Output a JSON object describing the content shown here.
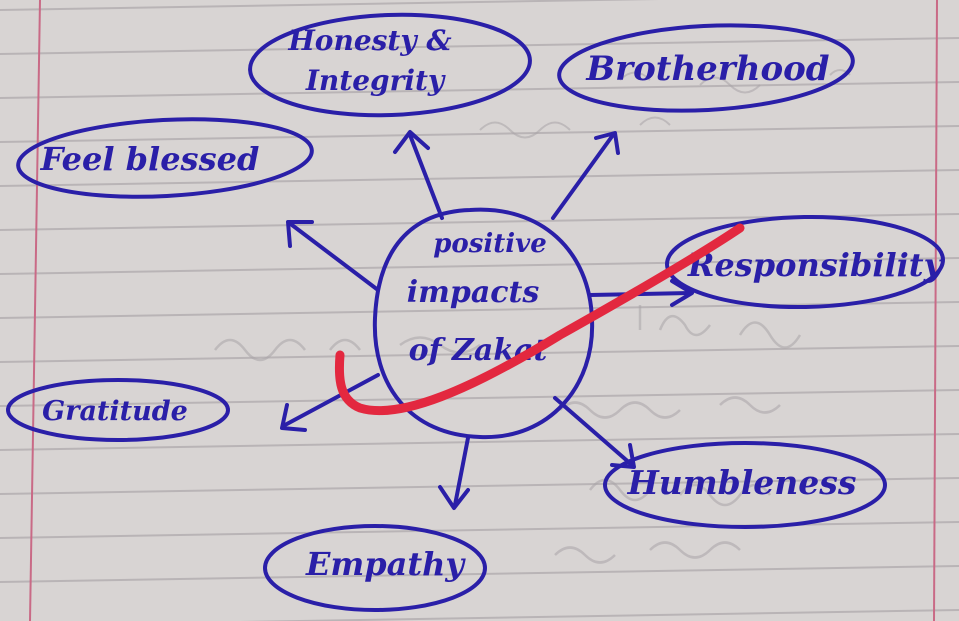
{
  "colors": {
    "paper": "#d8d4d3",
    "rule_line": "#b9b4b6",
    "margin_line": "#c96a86",
    "ink": "#2a1fa8",
    "red_mark": "#e3283f",
    "show_through": "#a9a4a8"
  },
  "diagram": {
    "center": {
      "lines": [
        "positive",
        "impacts",
        "of Zakat"
      ]
    },
    "nodes": [
      {
        "id": "honesty-integrity",
        "lines": [
          "Honesty &",
          "Integrity"
        ]
      },
      {
        "id": "brotherhood",
        "lines": [
          "Brotherhood"
        ]
      },
      {
        "id": "feel-blessed",
        "lines": [
          "Feel blessed"
        ]
      },
      {
        "id": "responsibility",
        "lines": [
          "Responsibility"
        ]
      },
      {
        "id": "gratitude",
        "lines": [
          "Gratitude"
        ]
      },
      {
        "id": "humbleness",
        "lines": [
          "Humbleness"
        ]
      },
      {
        "id": "empathy",
        "lines": [
          "Empathy"
        ]
      }
    ]
  },
  "annotations": {
    "red_mark": "check-mark"
  }
}
